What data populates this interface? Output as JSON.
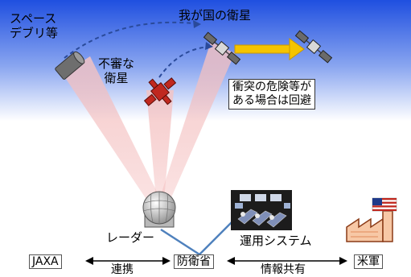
{
  "labels": {
    "space_debris": [
      "スペース",
      "デブリ等"
    ],
    "suspicious_satellite": [
      "不審な",
      "衛星"
    ],
    "our_satellite": "我が国の衛星",
    "avoidance": [
      "衝突の危険等が",
      "ある場合は回避"
    ],
    "radar": "レーダー",
    "operation_system": "運用システム",
    "jaxa": "JAXA",
    "mod": "防衛省",
    "us_forces": "米軍",
    "cooperation": "連携",
    "info_sharing": "情報共有"
  },
  "colors": {
    "sky_top": "#1f4fe0",
    "sky_bottom": "#ffffff",
    "beam": "#f2b8b8",
    "arrow": "#f5c400",
    "network": "#4f81bd",
    "satellite_red": "#c0281f"
  },
  "icons": [
    "debris-icon",
    "suspicious-satellite-icon",
    "our-satellite-icon",
    "radar-dome-icon",
    "operation-system-icon",
    "us-factory-icon",
    "us-flag-icon"
  ]
}
